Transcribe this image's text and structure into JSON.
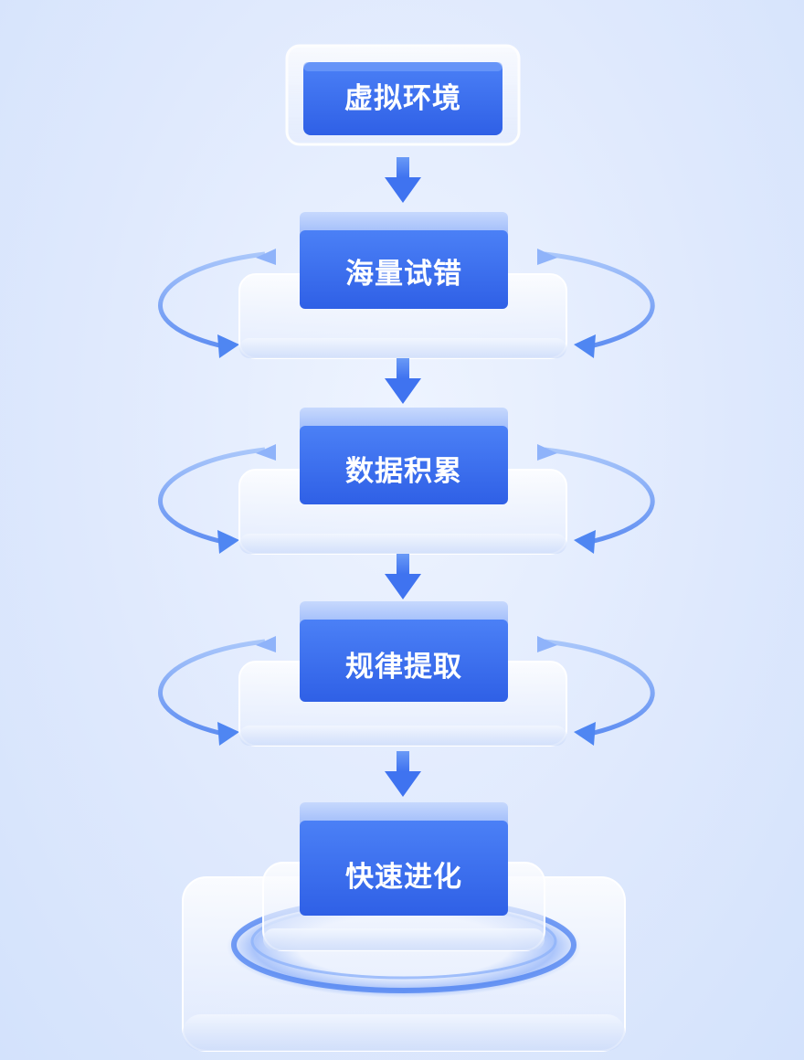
{
  "diagram": {
    "steps": [
      {
        "label": "虚拟环境"
      },
      {
        "label": "海量试错"
      },
      {
        "label": "数据积累"
      },
      {
        "label": "规律提取"
      },
      {
        "label": "快速进化"
      }
    ]
  },
  "colors": {
    "block": "#3f73f0",
    "block_top": "#9ab8fb",
    "arrow": "#4f86f2",
    "glass": "#ffffff",
    "background": "#e2ebfd"
  }
}
